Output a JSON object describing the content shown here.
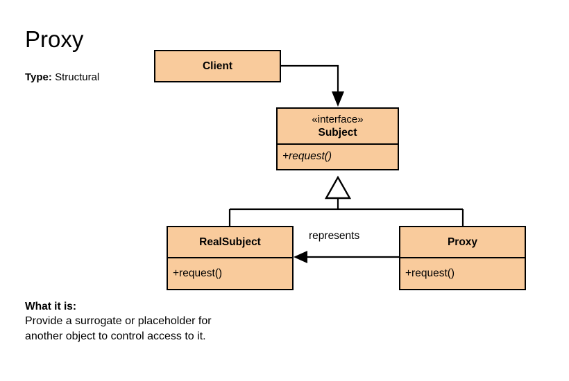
{
  "header": {
    "pattern_name": "Proxy",
    "type_label": "Type:",
    "type_value": "Structural"
  },
  "description": {
    "heading": "What it is:",
    "line1": "Provide a surrogate or placeholder for",
    "line2": "another object to control access to it."
  },
  "diagram": {
    "kind": "uml-class-diagram",
    "fill_color": "#f9cb9c",
    "stroke_color": "#000000",
    "background_color": "#ffffff",
    "classes": [
      {
        "id": "client",
        "name": "Client",
        "stereotype": "",
        "members": []
      },
      {
        "id": "subject",
        "name": "Subject",
        "stereotype": "«interface»",
        "members": [
          "+request()"
        ]
      },
      {
        "id": "realsubject",
        "name": "RealSubject",
        "stereotype": "",
        "members": [
          "+request()"
        ]
      },
      {
        "id": "proxy",
        "name": "Proxy",
        "stereotype": "",
        "members": [
          "+request()"
        ]
      }
    ],
    "relations": [
      {
        "id": "client-uses-subject",
        "from": "client",
        "to": "subject",
        "kind": "association-directed",
        "label": ""
      },
      {
        "id": "realsubject-implements-subject",
        "from": "realsubject",
        "to": "subject",
        "kind": "generalization",
        "label": ""
      },
      {
        "id": "proxy-implements-subject",
        "from": "proxy",
        "to": "subject",
        "kind": "generalization",
        "label": ""
      },
      {
        "id": "proxy-represents-realsubject",
        "from": "proxy",
        "to": "realsubject",
        "kind": "association-directed",
        "label": "represents"
      }
    ]
  }
}
